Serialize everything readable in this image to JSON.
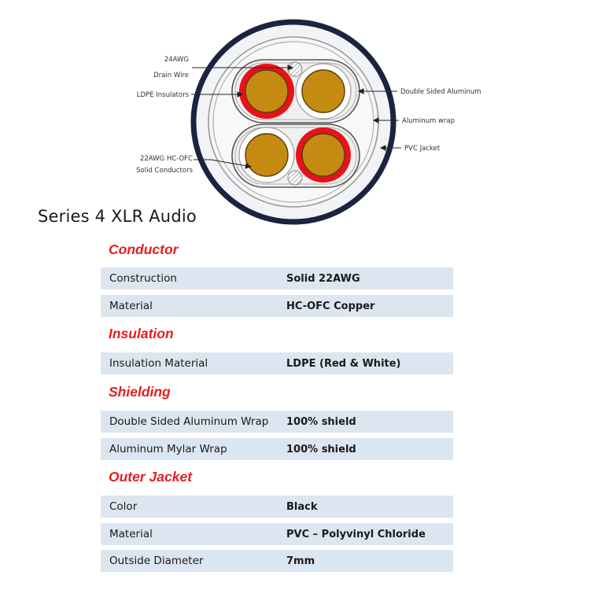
{
  "diagram": {
    "callouts": {
      "drain_wire_line1": "24AWG",
      "drain_wire_line2": "Drain Wire",
      "insulators": "LDPE Insulators",
      "conductors_line1": "22AWG HC-OFC",
      "conductors_line2": "Solid Conductors",
      "shield": "Double Sided Aluminum",
      "wrap": "Aluminum wrap",
      "jacket": "PVC Jacket"
    },
    "colors": {
      "jacket": "#1c2340",
      "copper": "#c48a12",
      "red_insulation": "#e8121b",
      "white_insulation": "#ffffff"
    }
  },
  "title": "Series 4 XLR Audio",
  "sections": [
    {
      "heading": "Conductor",
      "rows": [
        {
          "label": "Construction",
          "value": "Solid 22AWG"
        },
        {
          "label": "Material",
          "value": "HC-OFC Copper"
        }
      ]
    },
    {
      "heading": "Insulation",
      "rows": [
        {
          "label": "Insulation Material",
          "value": "LDPE (Red & White)"
        }
      ]
    },
    {
      "heading": "Shielding",
      "rows": [
        {
          "label": "Double Sided Aluminum Wrap",
          "value": "100% shield"
        },
        {
          "label": "Aluminum Mylar Wrap",
          "value": "100% shield"
        }
      ]
    },
    {
      "heading": "Outer Jacket",
      "rows": [
        {
          "label": "Color",
          "value": "Black"
        },
        {
          "label": "Material",
          "value": "PVC – Polyvinyl Chloride"
        },
        {
          "label": "Outside Diameter",
          "value": "7mm"
        }
      ]
    }
  ]
}
